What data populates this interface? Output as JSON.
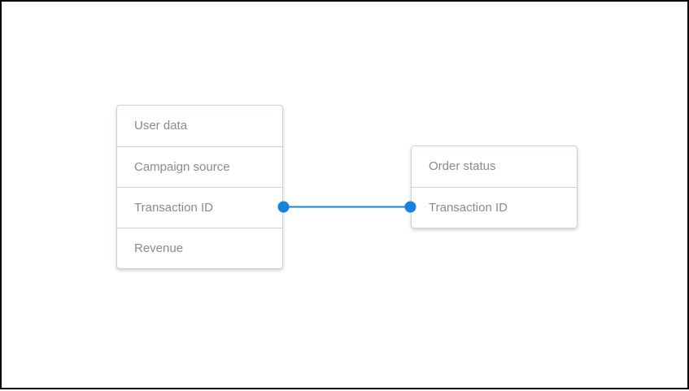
{
  "diagram": {
    "left_table": {
      "fields": [
        "User data",
        "Campaign source",
        "Transaction ID",
        "Revenue"
      ]
    },
    "right_table": {
      "fields": [
        "Order status",
        "Transaction ID"
      ]
    },
    "connection": {
      "from_field": "Transaction ID",
      "to_field": "Transaction ID",
      "color": "#1583dc"
    },
    "colors": {
      "accent_blue": "#1583dc",
      "box_border": "#c8d3e0",
      "field_text": "#8a8a8a",
      "canvas_background": "#ffffff",
      "frame_border": "#000000"
    }
  }
}
